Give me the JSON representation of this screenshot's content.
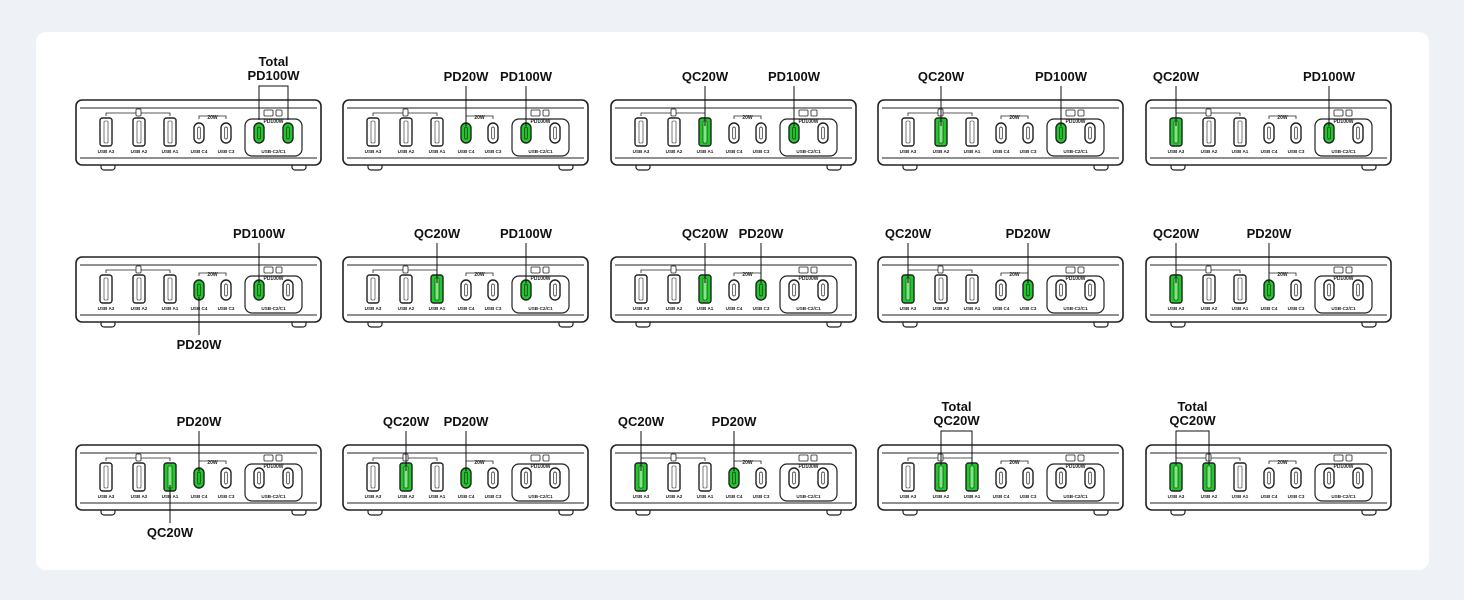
{
  "port_labels": {
    "a3": "USB A3",
    "a2": "USB A2",
    "a1": "USB A1",
    "c4": "USB C4",
    "c3": "USB C3",
    "c2c1": "USB-C2/C1",
    "w20": "20W",
    "pd100": "PD100W"
  },
  "colors": {
    "active": "#1fc92a",
    "outline": "#222222"
  },
  "configs": [
    {
      "active": [
        "c2",
        "c1"
      ],
      "labels": [
        {
          "text": [
            "Total",
            "PD100W"
          ],
          "pos": "top",
          "bracket": [
            "c2",
            "c1"
          ]
        }
      ]
    },
    {
      "active": [
        "c4",
        "c2"
      ],
      "labels": [
        {
          "text": [
            "PD20W"
          ],
          "pos": "top",
          "port": "c4"
        },
        {
          "text": [
            "PD100W"
          ],
          "pos": "top",
          "port": "c2"
        }
      ]
    },
    {
      "active": [
        "a1",
        "c2"
      ],
      "labels": [
        {
          "text": [
            "QC20W"
          ],
          "pos": "top",
          "port": "a1"
        },
        {
          "text": [
            "PD100W"
          ],
          "pos": "top",
          "port": "c2"
        }
      ]
    },
    {
      "active": [
        "a2",
        "c2"
      ],
      "labels": [
        {
          "text": [
            "QC20W"
          ],
          "pos": "top",
          "port": "a2"
        },
        {
          "text": [
            "PD100W"
          ],
          "pos": "top",
          "port": "c2"
        }
      ]
    },
    {
      "active": [
        "a3",
        "c2"
      ],
      "labels": [
        {
          "text": [
            "QC20W"
          ],
          "pos": "top",
          "port": "a3"
        },
        {
          "text": [
            "PD100W"
          ],
          "pos": "top",
          "port": "c2"
        }
      ]
    },
    {
      "active": [
        "c4",
        "c2"
      ],
      "labels": [
        {
          "text": [
            "PD100W"
          ],
          "pos": "top",
          "port": "c2"
        },
        {
          "text": [
            "PD20W"
          ],
          "pos": "bottom",
          "port": "c4"
        }
      ]
    },
    {
      "active": [
        "a1",
        "c2"
      ],
      "labels": [
        {
          "text": [
            "QC20W"
          ],
          "pos": "top",
          "port": "a1"
        },
        {
          "text": [
            "PD100W"
          ],
          "pos": "top",
          "port": "c2"
        }
      ]
    },
    {
      "active": [
        "a1",
        "c3"
      ],
      "labels": [
        {
          "text": [
            "QC20W"
          ],
          "pos": "top",
          "port": "a1"
        },
        {
          "text": [
            "PD20W"
          ],
          "pos": "top",
          "port": "c3"
        }
      ]
    },
    {
      "active": [
        "a3",
        "c3"
      ],
      "labels": [
        {
          "text": [
            "QC20W"
          ],
          "pos": "top",
          "port": "a3"
        },
        {
          "text": [
            "PD20W"
          ],
          "pos": "top",
          "port": "c3"
        }
      ]
    },
    {
      "active": [
        "a3",
        "c4"
      ],
      "labels": [
        {
          "text": [
            "QC20W"
          ],
          "pos": "top",
          "port": "a3"
        },
        {
          "text": [
            "PD20W"
          ],
          "pos": "top",
          "port": "c4"
        }
      ]
    },
    {
      "active": [
        "a1",
        "c4"
      ],
      "labels": [
        {
          "text": [
            "PD20W"
          ],
          "pos": "top",
          "port": "c4"
        },
        {
          "text": [
            "QC20W"
          ],
          "pos": "bottom",
          "port": "a1"
        }
      ]
    },
    {
      "active": [
        "a2",
        "c4"
      ],
      "labels": [
        {
          "text": [
            "QC20W"
          ],
          "pos": "top",
          "port": "a2"
        },
        {
          "text": [
            "PD20W"
          ],
          "pos": "top",
          "port": "c4"
        }
      ]
    },
    {
      "active": [
        "a3",
        "c4"
      ],
      "labels": [
        {
          "text": [
            "QC20W"
          ],
          "pos": "top",
          "port": "a3"
        },
        {
          "text": [
            "PD20W"
          ],
          "pos": "top",
          "port": "c4"
        }
      ]
    },
    {
      "active": [
        "a2",
        "a1"
      ],
      "labels": [
        {
          "text": [
            "Total",
            "QC20W"
          ],
          "pos": "top",
          "bracket": [
            "a2",
            "a1"
          ]
        }
      ]
    },
    {
      "active": [
        "a3",
        "a2"
      ],
      "labels": [
        {
          "text": [
            "Total",
            "QC20W"
          ],
          "pos": "top",
          "bracket": [
            "a3",
            "a2"
          ]
        }
      ]
    }
  ]
}
